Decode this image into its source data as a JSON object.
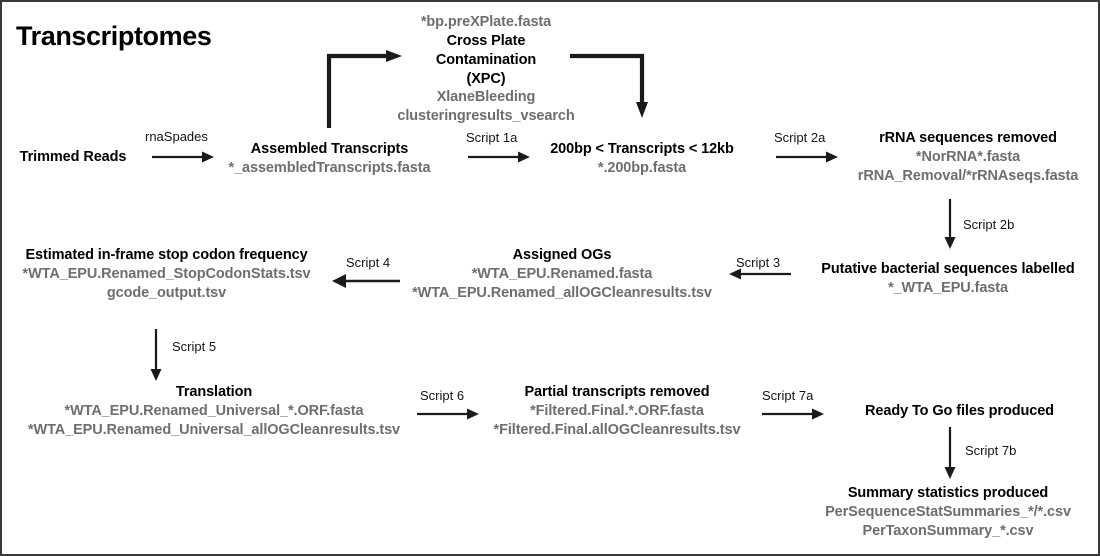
{
  "page": {
    "title": "Transcriptomes",
    "border_color": "#3a3a3a",
    "title_color": "#000000",
    "filename_color": "#6e6e6e",
    "arrow_color": "#1a1a1a"
  },
  "nodes": [
    {
      "id": "trimmed-reads",
      "title": "Trimmed Reads",
      "files": []
    },
    {
      "id": "assembled-transcripts",
      "title": "Assembled Transcripts",
      "files": [
        "*_assembledTranscripts.fasta"
      ]
    },
    {
      "id": "cross-plate-contamination",
      "title_lines": [
        "Cross Plate",
        "Contamination",
        "(XPC)"
      ],
      "files_above": [
        "*bp.preXPlate.fasta"
      ],
      "files": [
        "XlaneBleeding",
        "clusteringresults_vsearch"
      ]
    },
    {
      "id": "transcript-size-filter",
      "title": "200bp < Transcripts < 12kb",
      "files": [
        "*.200bp.fasta"
      ]
    },
    {
      "id": "rrna-removed",
      "title": "rRNA sequences removed",
      "files": [
        "*NorRNA*.fasta",
        "rRNA_Removal/*rRNAseqs.fasta"
      ]
    },
    {
      "id": "bacterial-labelled",
      "title": "Putative bacterial sequences labelled",
      "files": [
        "*_WTA_EPU.fasta"
      ]
    },
    {
      "id": "assigned-ogs",
      "title": "Assigned OGs",
      "files": [
        "*WTA_EPU.Renamed.fasta",
        "*WTA_EPU.Renamed_allOGCleanresults.tsv"
      ]
    },
    {
      "id": "stop-codon-frequency",
      "title": "Estimated in-frame stop codon frequency",
      "files": [
        "*WTA_EPU.Renamed_StopCodonStats.tsv",
        "gcode_output.tsv"
      ]
    },
    {
      "id": "translation",
      "title": "Translation",
      "files": [
        "*WTA_EPU.Renamed_Universal_*.ORF.fasta",
        "*WTA_EPU.Renamed_Universal_allOGCleanresults.tsv"
      ]
    },
    {
      "id": "partial-transcripts-removed",
      "title": "Partial transcripts removed",
      "files": [
        "*Filtered.Final.*.ORF.fasta",
        "*Filtered.Final.allOGCleanresults.tsv"
      ]
    },
    {
      "id": "ready-to-go",
      "title": "Ready To Go files produced",
      "files": []
    },
    {
      "id": "summary-statistics",
      "title": "Summary statistics produced",
      "files": [
        "PerSequenceStatSummaries_*/*.csv",
        "PerTaxonSummary_*.csv"
      ]
    }
  ],
  "edge_labels": [
    {
      "id": "rnaspades",
      "text": "rnaSpades"
    },
    {
      "id": "script-1a",
      "text": "Script 1a"
    },
    {
      "id": "script-2a",
      "text": "Script 2a"
    },
    {
      "id": "script-2b",
      "text": "Script 2b"
    },
    {
      "id": "script-3",
      "text": "Script 3"
    },
    {
      "id": "script-4",
      "text": "Script 4"
    },
    {
      "id": "script-5",
      "text": "Script 5"
    },
    {
      "id": "script-6",
      "text": "Script 6"
    },
    {
      "id": "script-7a",
      "text": "Script 7a"
    },
    {
      "id": "script-7b",
      "text": "Script 7b"
    }
  ]
}
